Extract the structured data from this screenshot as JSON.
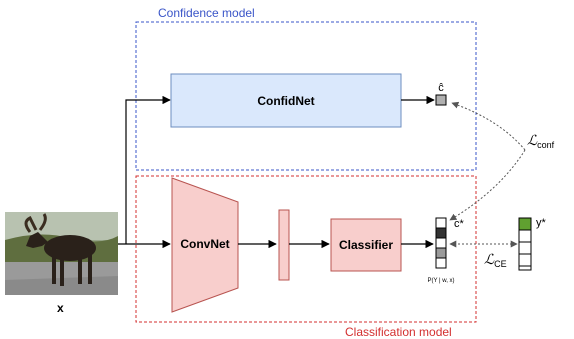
{
  "confidence_model": {
    "title": "Confidence model",
    "color": "#3a55c8",
    "confidnet": {
      "label": "ConfidNet",
      "fill": "#dae8fc",
      "stroke": "#6c8ebf"
    },
    "output_label": "ĉ"
  },
  "classification_model": {
    "title": "Classification model",
    "color": "#d32f2f",
    "convnet": {
      "label": "ConvNet",
      "fill": "#f8cecc",
      "stroke": "#b85450"
    },
    "classifier": {
      "label": "Classifier",
      "fill": "#f8cecc",
      "stroke": "#b85450"
    },
    "output_top_label": "c*",
    "output_bottom_label": "P(Y | w, x)"
  },
  "input": {
    "label": "x"
  },
  "target": {
    "label": "y*",
    "fill": "#60a030"
  },
  "losses": {
    "conf_symbol": "ℒ",
    "conf_sub": "conf",
    "ce_symbol": "ℒ",
    "ce_sub": "CE"
  }
}
